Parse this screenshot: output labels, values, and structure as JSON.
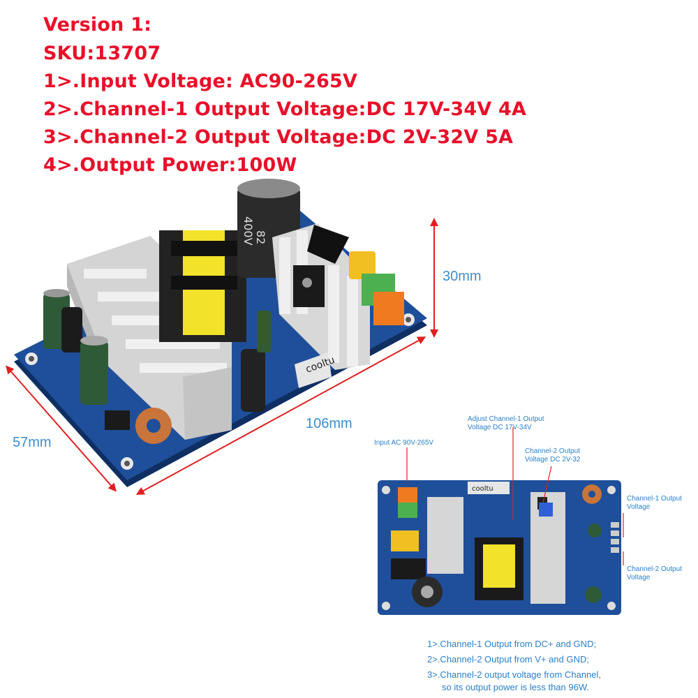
{
  "specs": {
    "line1": "Version 1:",
    "line2": "SKU:13707",
    "line3": "1>.Input Voltage: AC90-265V",
    "line4": "2>.Channel-1 Output Voltage:DC 17V-34V 4A",
    "line5": "3>.Channel-2 Output Voltage:DC 2V-32V 5A",
    "line6": "4>.Output Power:100W"
  },
  "dimensions": {
    "height": "30mm",
    "length": "106mm",
    "width": "57mm"
  },
  "board_text": {
    "brand": "cooltu",
    "cap_value": "82",
    "cap_voltage": "400V"
  },
  "callouts": {
    "input_ac": "Input AC 90V-265V",
    "adjust_ch1_l1": "Adjust Channel-1 Output",
    "adjust_ch1_l2": "Voltage DC 17V-34V",
    "ch2_l1": "Channel-2 Output",
    "ch2_l2": "Voltage DC 2V-32",
    "ch1_out_l1": "Channel-1 Output",
    "ch1_out_l2": "Voltage",
    "ch2_out_l1": "Channel-2 Output",
    "ch2_out_l2": "Voltage"
  },
  "notes": {
    "n1": "1>.Channel-1 Output from DC+ and GND;",
    "n2": "2>.Channel-2 Output from V+ and GND;",
    "n3a": "3>.Channel-2 output voltage from Channel,",
    "n3b": "so its output power is less than 96W."
  },
  "colors": {
    "spec_text": "#e8102a",
    "dimension": "#3a8fd0",
    "arrow": "#e02020",
    "pcb": "#1f4f9a"
  }
}
